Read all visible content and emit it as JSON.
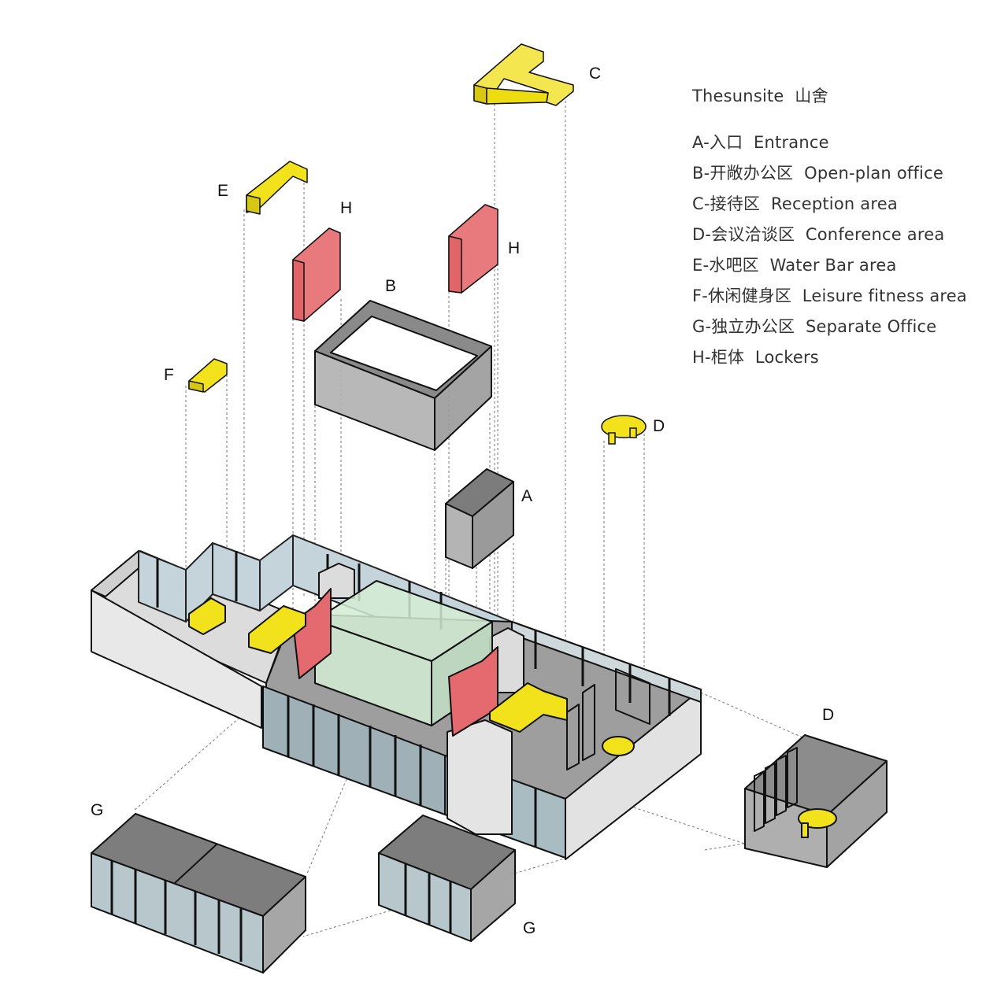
{
  "legend": {
    "title": "Thesunsite  山舍",
    "items": [
      {
        "code": "A",
        "text": "A-入口  Entrance"
      },
      {
        "code": "B",
        "text": "B-开敞办公区  Open-plan office"
      },
      {
        "code": "C",
        "text": "C-接待区  Reception area"
      },
      {
        "code": "D",
        "text": "D-会议洽谈区  Conference area"
      },
      {
        "code": "E",
        "text": "E-水吧区  Water Bar area"
      },
      {
        "code": "F",
        "text": "F-休闲健身区  Leisure fitness area"
      },
      {
        "code": "G",
        "text": "G-独立办公区  Separate Office"
      },
      {
        "code": "H",
        "text": "H-柜体  Lockers"
      }
    ]
  },
  "labels": {
    "A": "A",
    "B": "B",
    "C": "C",
    "D_top": "D",
    "D_bottom": "D",
    "E": "E",
    "F": "F",
    "G_left": "G",
    "G_right": "G",
    "H_left": "H",
    "H_right": "H"
  },
  "colors": {
    "furniture_yellow": "#f2e21c",
    "locker_red": "#e86a6e",
    "module_gray": "#9a9a9a",
    "glass": "#c6d6dc",
    "green_glass": "#d6efd6",
    "wall_light": "#e4e4e4"
  }
}
